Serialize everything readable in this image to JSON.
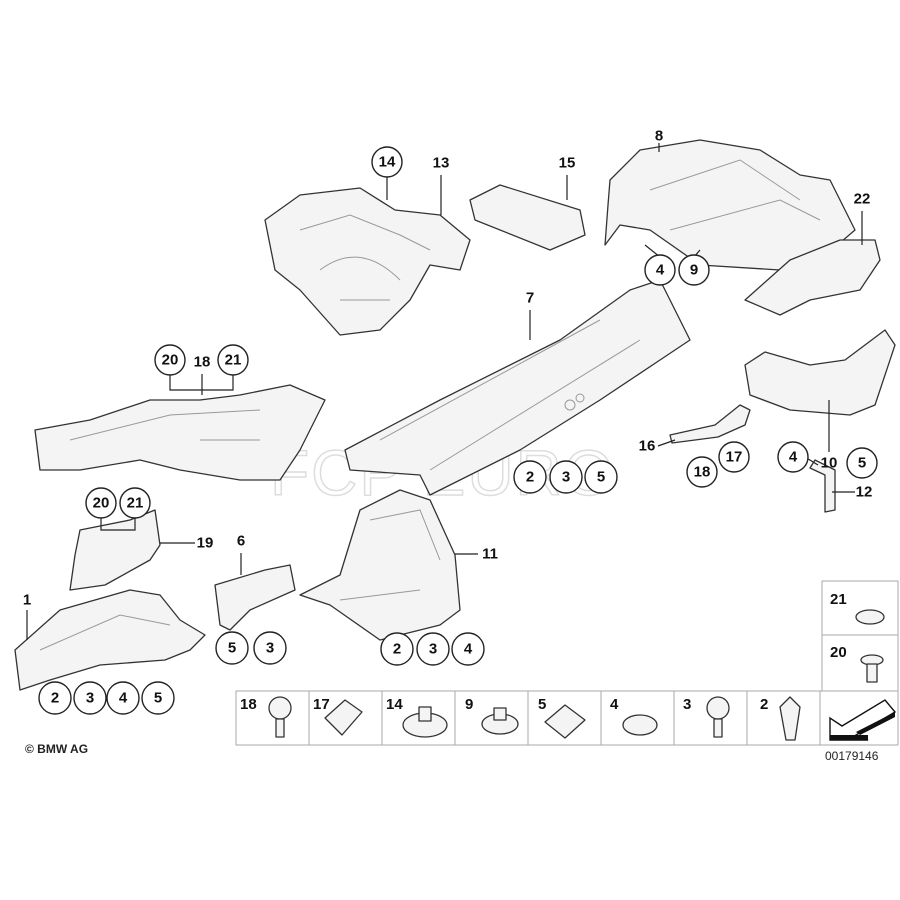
{
  "callouts_circled": [
    "14",
    "4",
    "9",
    "20",
    "21",
    "2",
    "3",
    "5",
    "18",
    "17",
    "5",
    "4",
    "20",
    "21",
    "5",
    "3",
    "2",
    "3",
    "4",
    "2",
    "3",
    "4",
    "5"
  ],
  "callouts_plain": [
    "13",
    "15",
    "8",
    "22",
    "7",
    "18",
    "16",
    "10",
    "12",
    "19",
    "6",
    "11",
    "1"
  ],
  "legend": [
    "18",
    "17",
    "14",
    "9",
    "5",
    "4",
    "3",
    "2"
  ],
  "side_legend": [
    "21",
    "20"
  ],
  "watermark": "FCP EURO",
  "copyright": "© BMW AG",
  "diagram_number": "00179146"
}
